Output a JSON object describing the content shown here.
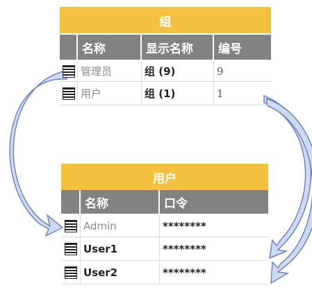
{
  "group_table": {
    "title": "组",
    "columns": [
      "名称",
      "显示名称",
      "编号"
    ],
    "rows": [
      {
        "name": "管理员",
        "display_name": "组 (9)",
        "id": "9"
      },
      {
        "name": "用户",
        "display_name": "组 (1)",
        "id": "1"
      }
    ]
  },
  "user_table": {
    "title": "用户",
    "columns": [
      "名称",
      "口令"
    ],
    "rows": [
      {
        "name": "Admin",
        "password": "********"
      },
      {
        "name": "User1",
        "password": "********"
      },
      {
        "name": "User2",
        "password": "********"
      }
    ]
  },
  "colors": {
    "title_bar": "#f2c23f",
    "header": "#828282",
    "arrow_fill": "#cfd9ef",
    "arrow_stroke": "#6d83c2"
  }
}
